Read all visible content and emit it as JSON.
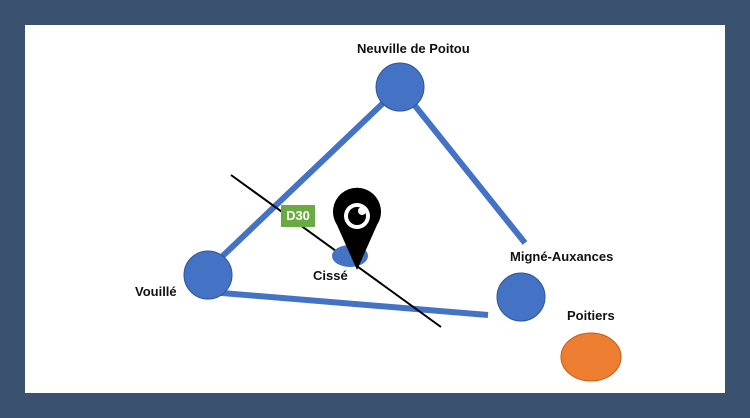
{
  "places": {
    "neuville": "Neuville de Poitou",
    "vouille": "Vouillé",
    "migne": "Migné-Auxances",
    "cisse": "Cissé",
    "poitiers": "Poitiers"
  },
  "road": {
    "label": "D30"
  },
  "colors": {
    "frame": "#3a5170",
    "route": "#4472c4",
    "town": "#4472c4",
    "city": "#ed7d31",
    "road_badge": "#6aaa42",
    "road_line": "#000000",
    "pin": "#000000"
  },
  "icons": {
    "pin": "map-pin-icon"
  }
}
